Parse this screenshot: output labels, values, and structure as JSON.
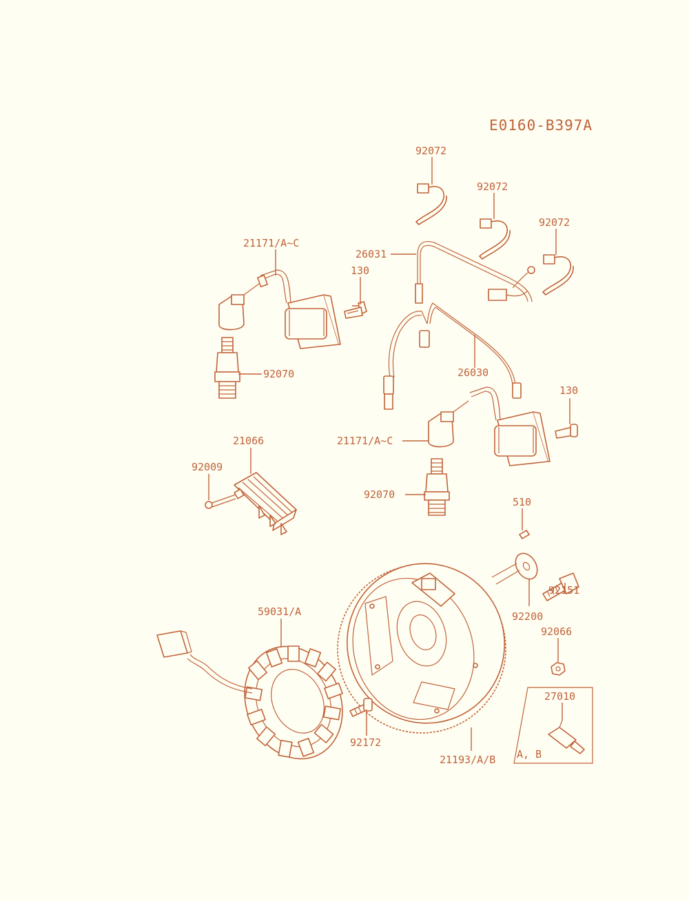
{
  "diagram": {
    "code": "E0160-B397A",
    "colors": {
      "ink": "#c0623a",
      "paper": "#fffef2"
    },
    "labels": {
      "p92072_a": "92072",
      "p92072_b": "92072",
      "p92072_c": "92072",
      "p21171_a": "21171/A~C",
      "p130_a": "130",
      "p26031": "26031",
      "p26030": "26030",
      "p92070_a": "92070",
      "p130_b": "130",
      "p21171_b": "21171/A~C",
      "p21066": "21066",
      "p92009": "92009",
      "p92070_b": "92070",
      "p510": "510",
      "p92151": "92151",
      "p92200": "92200",
      "p92066": "92066",
      "p59031": "59031/A",
      "p27010": "27010",
      "p27010_variants": "A, B",
      "p92172": "92172",
      "p21193": "21193/A/B"
    }
  }
}
